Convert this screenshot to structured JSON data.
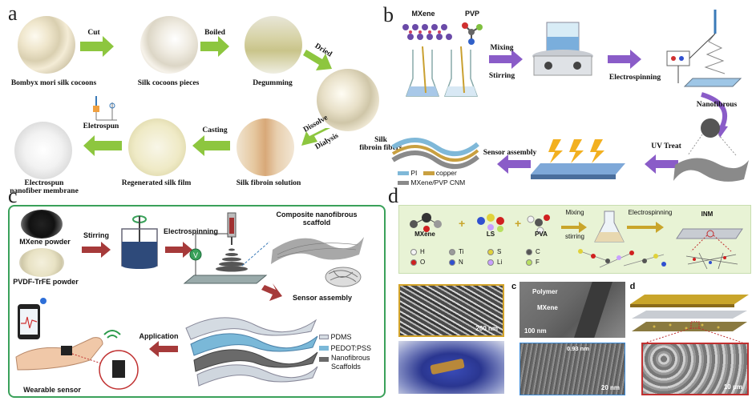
{
  "panels": {
    "a": "a",
    "b": "b",
    "c": "c",
    "d": "d"
  },
  "panel_a": {
    "cocoons": "Bombyx mori silk cocoons",
    "pieces": "Silk cocoons pieces",
    "degumming": "Degumming",
    "fibers": "Silk\nfibroin fibers",
    "solution": "Silk fibroin solution",
    "film": "Regenerated silk film",
    "membrane": "Electrospun\nnanofiber membrane",
    "cut": "Cut",
    "boiled": "Boiled",
    "dried": "Dried",
    "dissolve": "Dissolve",
    "dialysis": "Dialysis",
    "casting": "Casting",
    "eletrospun": "Eletrospun"
  },
  "panel_b": {
    "mxene": "MXene",
    "pvp": "PVP",
    "mixing": "Mixing",
    "stirring": "Stirring",
    "electrospinning": "Electrospinning",
    "nanofibrous": "Nanofibrous",
    "uv": "UV Treat",
    "assembly": "Sensor assembly",
    "leg_pi": "PI",
    "leg_copper": "copper",
    "leg_cnm": "MXene/PVP CNM"
  },
  "panel_c": {
    "mxene_powder": "MXene powder",
    "pvdf_powder": "PVDF-TrFE powder",
    "stirring": "Stirring",
    "electrospinning": "Electrospinning",
    "scaffold": "Composite nanofibrous\nscaffold",
    "assembly": "Sensor assembly",
    "application": "Application",
    "wearable": "Wearable sensor",
    "leg_pdms": "PDMS",
    "leg_pedot": "PEDOT:PSS",
    "leg_scaffold": "Nanofibrous\nScaffolds",
    "v": "V"
  },
  "panel_d": {
    "mxene": "MXene",
    "ls": "LS",
    "pva": "PVA",
    "mixing": "Mixing",
    "stirring": "stirring",
    "electrospinning": "Electrospinning",
    "inm": "INM",
    "legend": [
      {
        "sym": "H",
        "color": "#f4f4f4"
      },
      {
        "sym": "Ti",
        "color": "#9a9a9a"
      },
      {
        "sym": "S",
        "color": "#e0d23a"
      },
      {
        "sym": "C",
        "color": "#555555"
      },
      {
        "sym": "O",
        "color": "#d02020"
      },
      {
        "sym": "N",
        "color": "#3050d0"
      },
      {
        "sym": "Li",
        "color": "#c8a0ff"
      },
      {
        "sym": "F",
        "color": "#b8e060"
      }
    ],
    "sub_c": "c",
    "sub_d": "d",
    "polymer": "Polymer",
    "mxene_lbl": "MXene",
    "scale_200": "200 nm",
    "scale_100": "100 nm",
    "spacing": "0.93 nm",
    "scale_20": "20 nm",
    "scale_10": "10 μm"
  },
  "colors": {
    "arrow_green": "#8dc63f",
    "arrow_purple": "#8a5cc8",
    "arrow_red": "#a63a3a",
    "panel_c_border": "#3aa15a",
    "panel_d_bg": "#e8f3d5",
    "gold": "#c9a52b"
  }
}
